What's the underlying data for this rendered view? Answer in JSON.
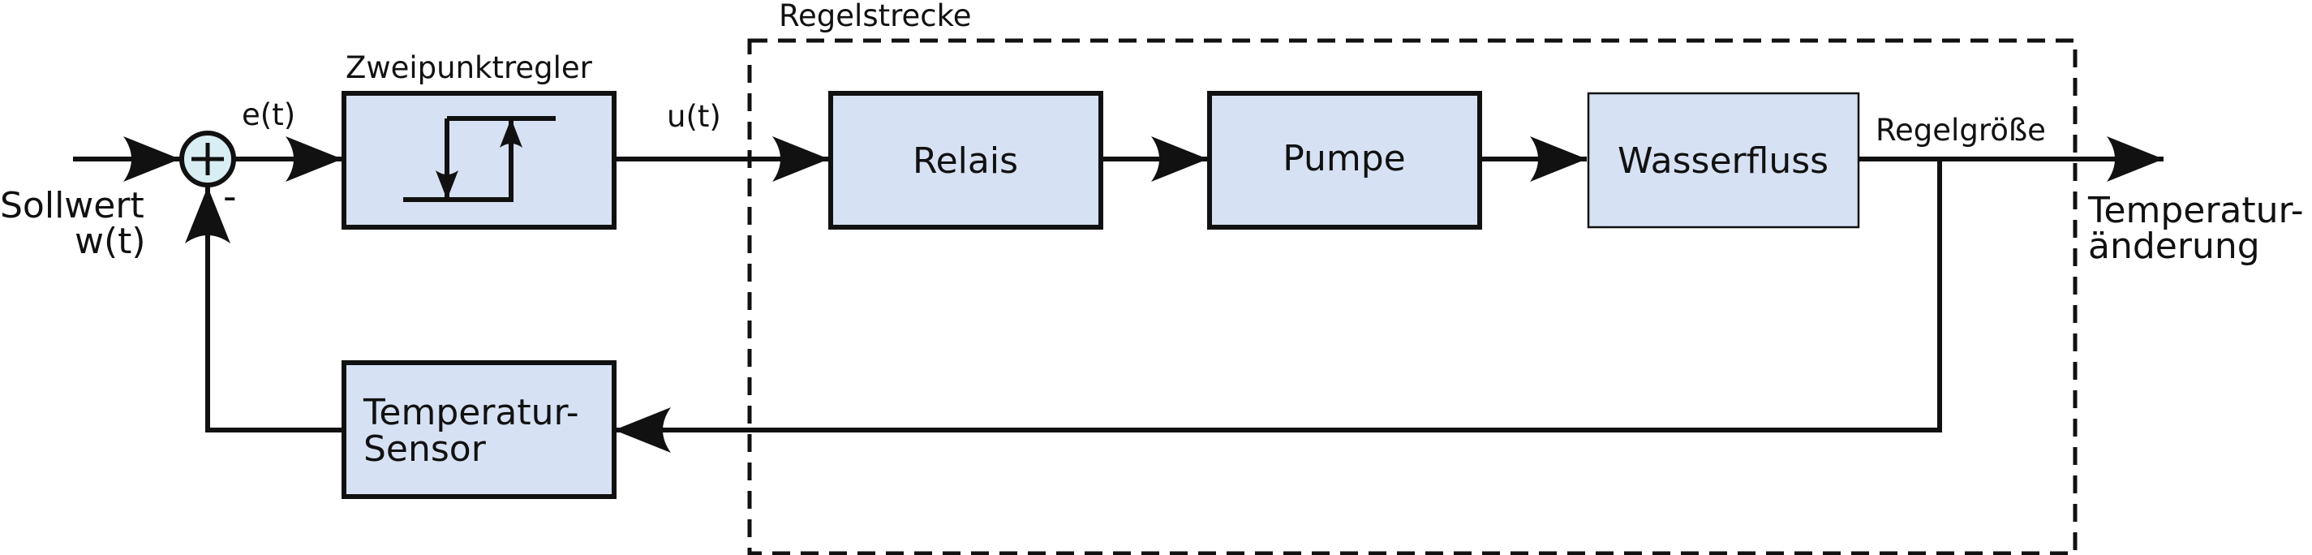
{
  "colors": {
    "block_fill": "#d6e1f3",
    "summing_fill": "#d8eef3",
    "line": "#111111"
  },
  "labels": {
    "sollwert_line1": "Sollwert",
    "sollwert_line2": "w(t)",
    "error_signal": "e(t)",
    "controller_title": "Zweipunktregler",
    "control_signal": "u(t)",
    "plant_title": "Regelstrecke",
    "controlled_variable": "Regelgröße",
    "output_line1": "Temperatur-",
    "output_line2": "änderung",
    "minus_sign": "-",
    "plus_sign": "+"
  },
  "blocks": {
    "relais": "Relais",
    "pumpe": "Pumpe",
    "wasserfluss": "Wasserfluss",
    "sensor_line1": "Temperatur-",
    "sensor_line2": "Sensor"
  }
}
